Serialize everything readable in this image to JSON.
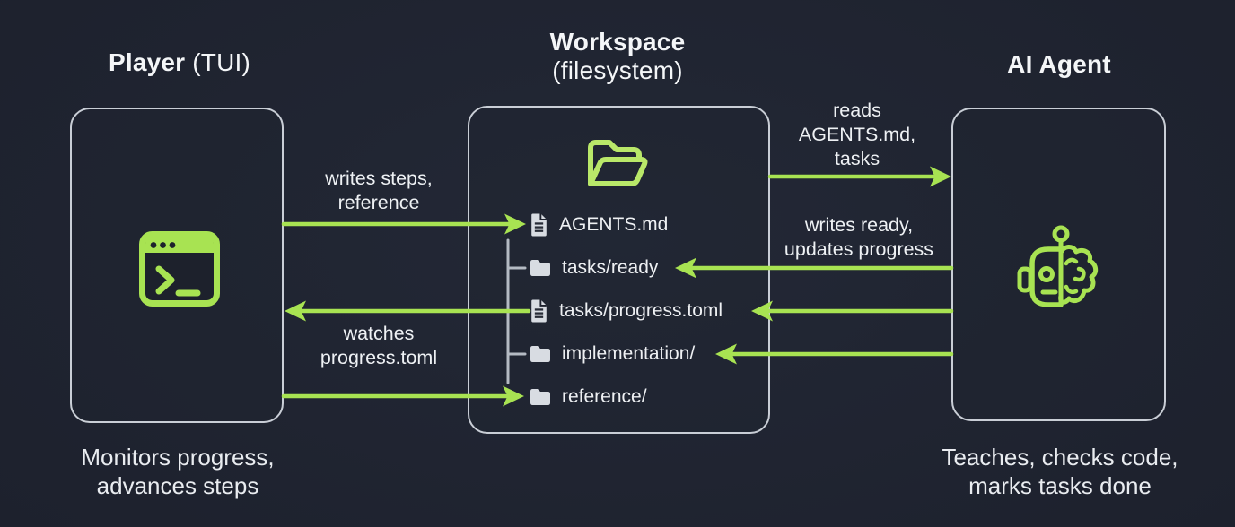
{
  "colors": {
    "background": "#1d212d",
    "accent": "#a8e352",
    "box_border": "#c9ced6",
    "text": "#f2f4f7",
    "icon_gray": "#d8dce2"
  },
  "player": {
    "title_bold": "Player",
    "title_normal": " (TUI)",
    "icon": "terminal-window-icon",
    "caption": [
      "Monitors progress,",
      "advances steps"
    ]
  },
  "workspace": {
    "title_bold": "Workspace",
    "title_normal": "(filesystem)",
    "icon": "open-folder-icon",
    "files": [
      {
        "name": "AGENTS.md",
        "type": "file"
      },
      {
        "name": "tasks/ready",
        "type": "folder"
      },
      {
        "name": "tasks/progress.toml",
        "type": "file"
      },
      {
        "name": "implementation/",
        "type": "folder"
      },
      {
        "name": "reference/",
        "type": "folder"
      }
    ]
  },
  "ai_agent": {
    "title": "AI Agent",
    "icon": "robot-brain-icon",
    "caption": [
      "Teaches, checks code,",
      "marks tasks done"
    ]
  },
  "arrows": {
    "writes_steps": {
      "label": [
        "writes steps,",
        "reference"
      ],
      "from": "player",
      "to": "AGENTS.md",
      "direction": "right"
    },
    "watches": {
      "label": [
        "watches",
        "progress.toml"
      ],
      "from": "tasks/progress.toml",
      "to": "player",
      "direction": "left"
    },
    "player_to_reference": {
      "label": [],
      "from": "player",
      "to": "reference/",
      "direction": "right"
    },
    "reads": {
      "label": [
        "reads",
        "AGENTS.md,",
        "tasks"
      ],
      "from": "workspace",
      "to": "ai_agent",
      "direction": "right"
    },
    "writes_ready": {
      "label": [
        "writes ready,",
        "updates progress"
      ],
      "from": "ai_agent",
      "to": "tasks/ready",
      "direction": "left"
    },
    "agent_to_progress": {
      "label": [],
      "from": "ai_agent",
      "to": "tasks/progress.toml",
      "direction": "left"
    },
    "agent_to_implementation": {
      "label": [],
      "from": "ai_agent",
      "to": "implementation/",
      "direction": "left"
    }
  }
}
